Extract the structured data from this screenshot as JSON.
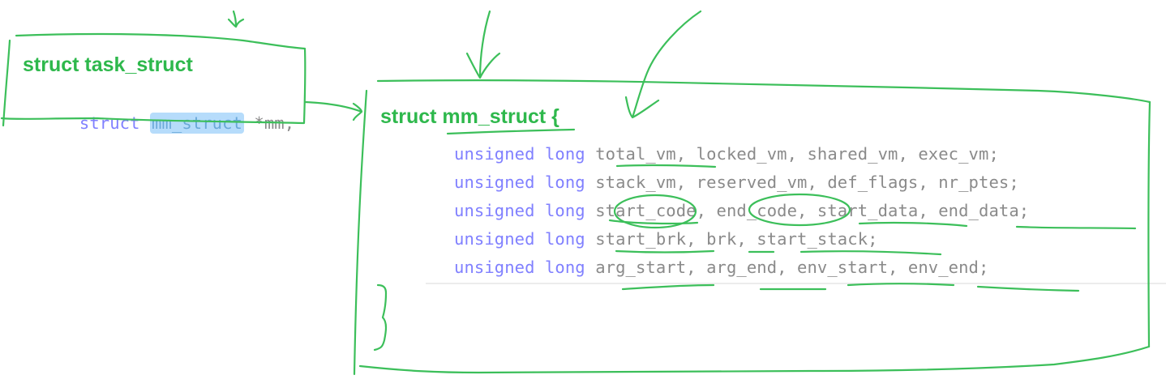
{
  "task_struct_box": {
    "title": "struct task_struct",
    "member": {
      "keyword": "struct",
      "type_highlighted": "mm_struct",
      "rest": " *mm,"
    }
  },
  "mm_struct_box": {
    "title": "struct mm_struct {",
    "closing_brace": "}",
    "rows": [
      {
        "type": "unsigned long",
        "fields": "total_vm, locked_vm, shared_vm, exec_vm;"
      },
      {
        "type": "unsigned long",
        "fields": "stack_vm, reserved_vm, def_flags, nr_ptes;"
      },
      {
        "type": "unsigned long",
        "fields": "start_code, end_code, start_data, end_data;"
      },
      {
        "type": "unsigned long",
        "fields": "start_brk, brk, start_stack;"
      },
      {
        "type": "unsigned long",
        "fields": "arg_start, arg_end, env_start, env_end;"
      }
    ]
  },
  "annotations": {
    "ink_color": "#3cbf5a",
    "circled_fields": [
      "start_code",
      "end_code"
    ],
    "underlined_fields": [
      "mm_struct",
      "total_vm",
      "start_data",
      "end_data",
      "start_brk",
      "brk",
      "start_stack",
      "arg_start",
      "arg_end",
      "env_start",
      "env_end"
    ]
  }
}
